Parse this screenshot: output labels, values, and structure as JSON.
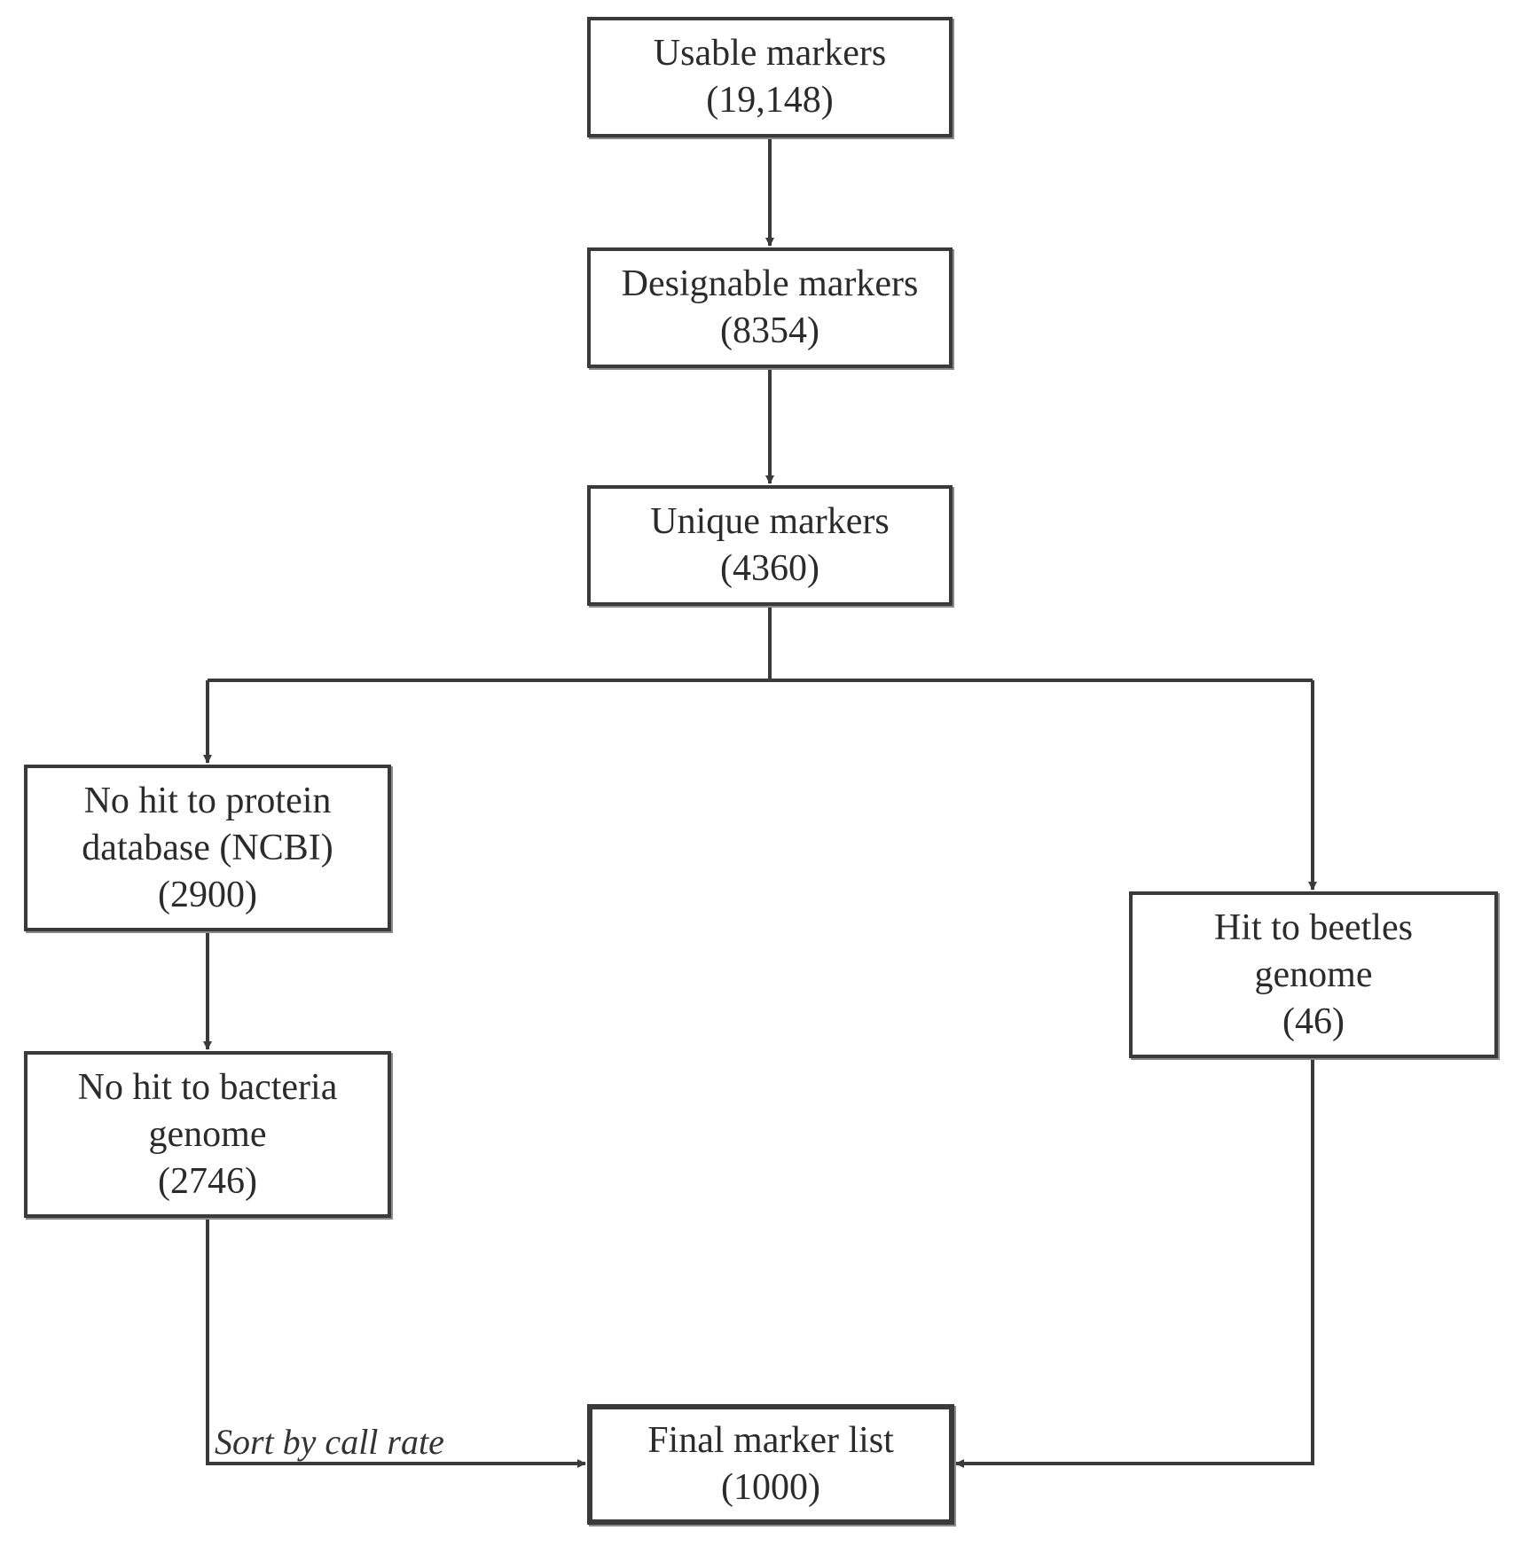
{
  "nodes": {
    "usable": {
      "line1": "Usable markers",
      "line2": "(19,148)"
    },
    "designable": {
      "line1": "Designable markers",
      "line2": "(8354)"
    },
    "unique": {
      "line1": "Unique markers",
      "line2": "(4360)"
    },
    "no_protein": {
      "line1": "No hit to protein",
      "line2": "database (NCBI)",
      "line3": "(2900)"
    },
    "no_bacteria": {
      "line1": "No hit to bacteria",
      "line2": "genome",
      "line3": "(2746)"
    },
    "beetles": {
      "line1": "Hit to beetles",
      "line2": "genome",
      "line3": "(46)"
    },
    "final": {
      "line1": "Final marker list",
      "line2": "(1000)"
    }
  },
  "edge_labels": {
    "sort": "Sort by call rate"
  },
  "colors": {
    "line": "#3a3a3a",
    "text": "#2b2b2b",
    "background": "#ffffff"
  }
}
